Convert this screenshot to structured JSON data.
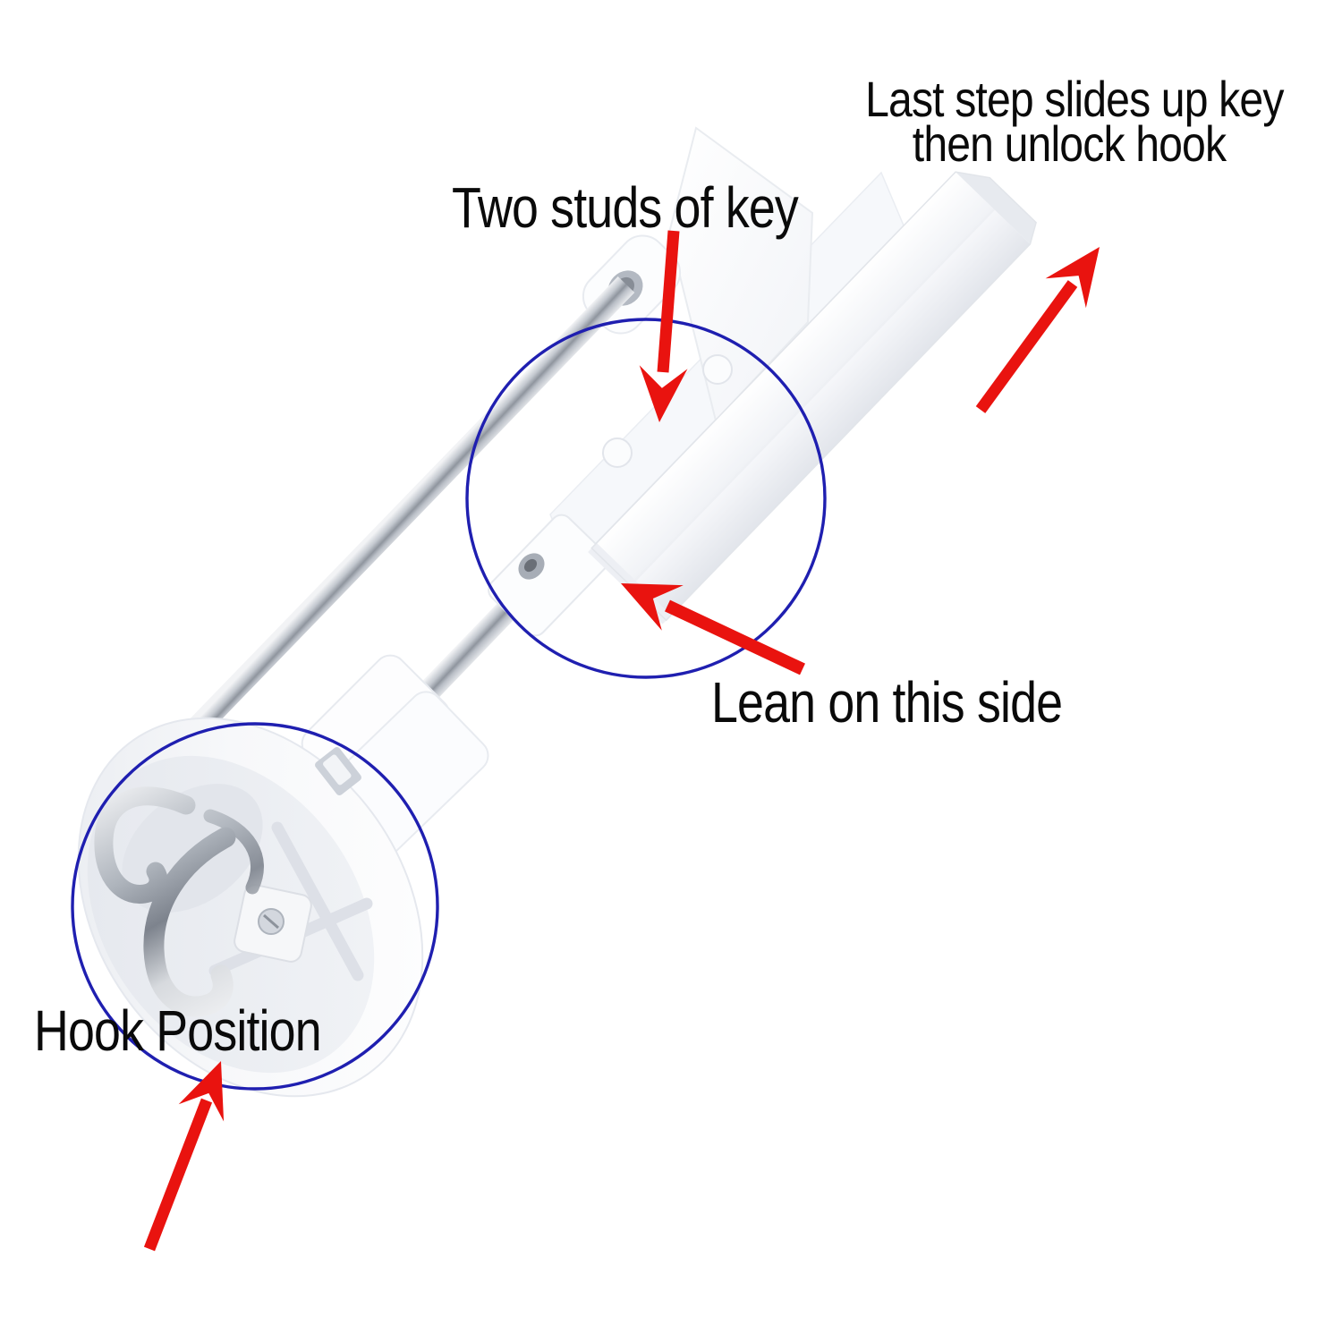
{
  "colors": {
    "background": "#ffffff",
    "annotation_arrow": "#e9130f",
    "highlight_circle": "#1f1fb0",
    "label_text": "#0a0a0a"
  },
  "labels": {
    "note_line1": "Last step slides up key",
    "note_line2": "then unlock hook",
    "studs": "Two studs of key",
    "lean": "Lean on this side",
    "hook_position": "Hook Position"
  }
}
